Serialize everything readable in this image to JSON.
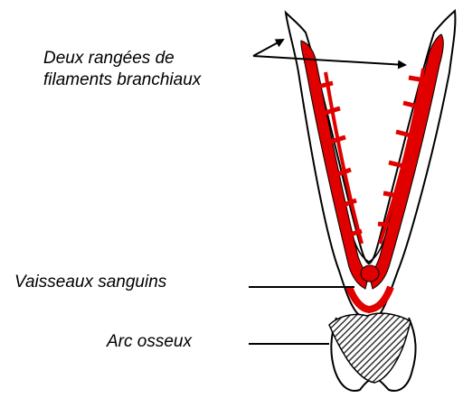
{
  "labels": {
    "filaments_line1": "Deux rangées de",
    "filaments_line2": "filaments branchiaux",
    "vaisseaux": "Vaisseaux sanguins",
    "arc": "Arc osseux"
  },
  "colors": {
    "vessel": "#e00000",
    "outline": "#000000",
    "bone_hatch": "#333333",
    "background": "#ffffff"
  }
}
